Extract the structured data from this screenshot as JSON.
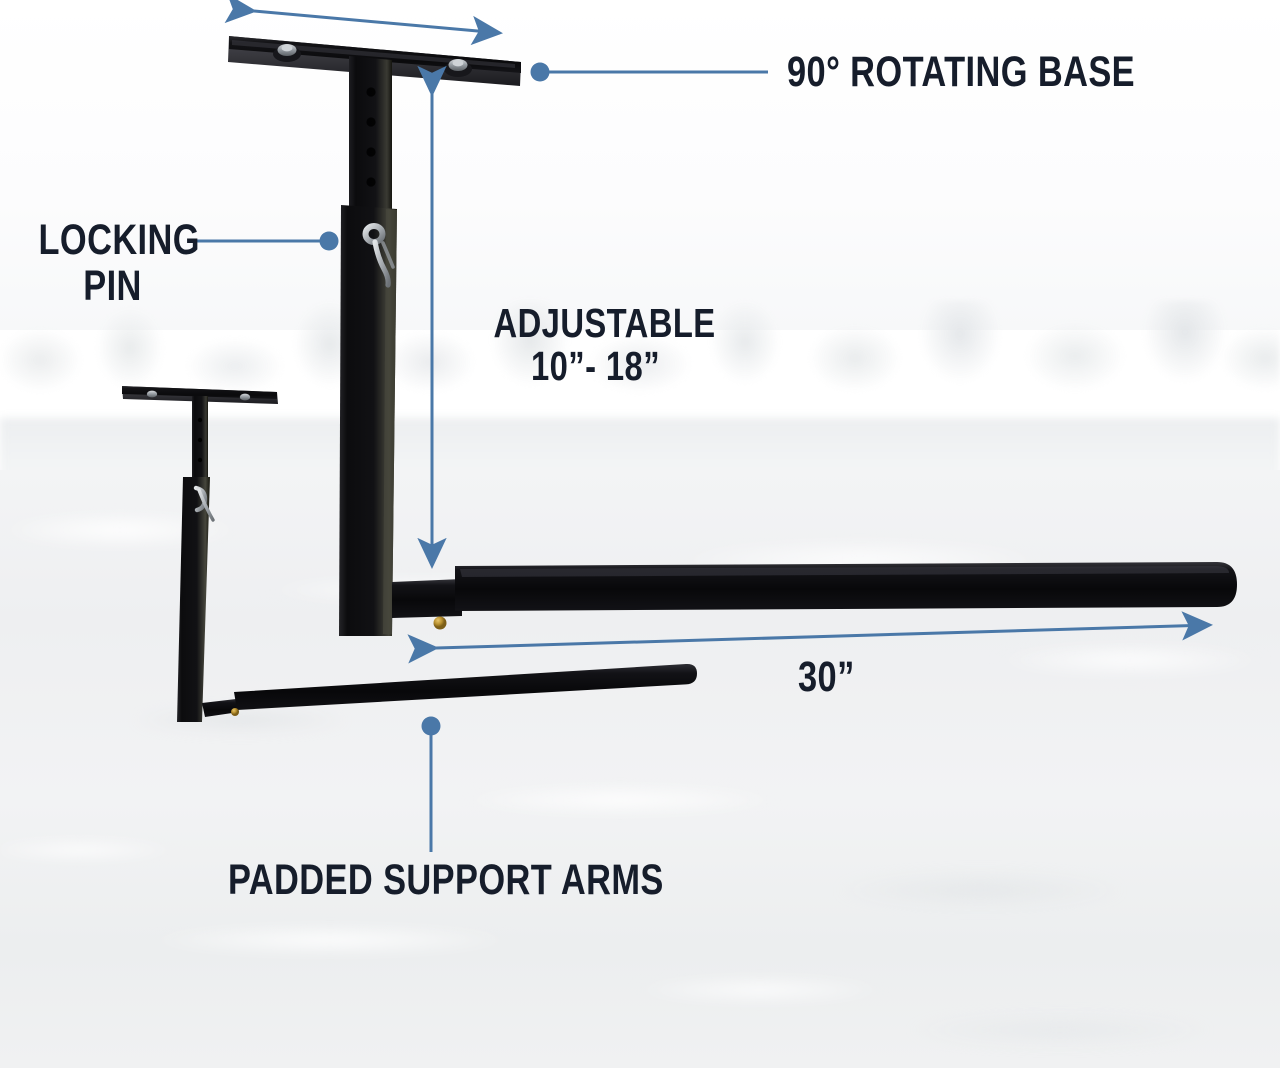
{
  "graphic": {
    "title": "Overhead storage hoist / ceiling rack feature diagram",
    "product_color": "#0b0b0d",
    "accent_color": "#4a78a8",
    "text_color": "#161d2b",
    "background_color": "#f2f3f4"
  },
  "callouts": {
    "rotating_base": {
      "text": "90° ROTATING BASE",
      "leader": "dot-left-line-right"
    },
    "locking_pin": {
      "text": "LOCKING\nPIN",
      "leader": "line-right-dot"
    },
    "padded_arms": {
      "text": "PADDED SUPPORT ARMS",
      "leader": "line-up-dot"
    }
  },
  "dimensions": {
    "base_width": {
      "text": "",
      "arrow": "double-headed-horizontal"
    },
    "height_adjustment": {
      "text": "ADJUSTABLE\n10”- 18”",
      "arrow": "double-headed-vertical",
      "min": "10”",
      "max": "18”"
    },
    "arm_length": {
      "text": "30”",
      "arrow": "double-headed-horizontal",
      "value": "30”"
    }
  },
  "parts": {
    "ceiling_plate": "90-degree-rotating-mounting-plate",
    "mounting_bolts": "two-hex-bolts",
    "inner_post": "perforated-height-adjust-post",
    "outer_sleeve": "telescoping-sleeve",
    "locking_pin_clip": "r-clip-locking-pin",
    "support_arm": "padded-support-arm",
    "arm_set_screw": "brass-set-screw",
    "arm_end_cap": "rounded-end-cap",
    "second_assembly": "rear-duplicate-mount"
  }
}
